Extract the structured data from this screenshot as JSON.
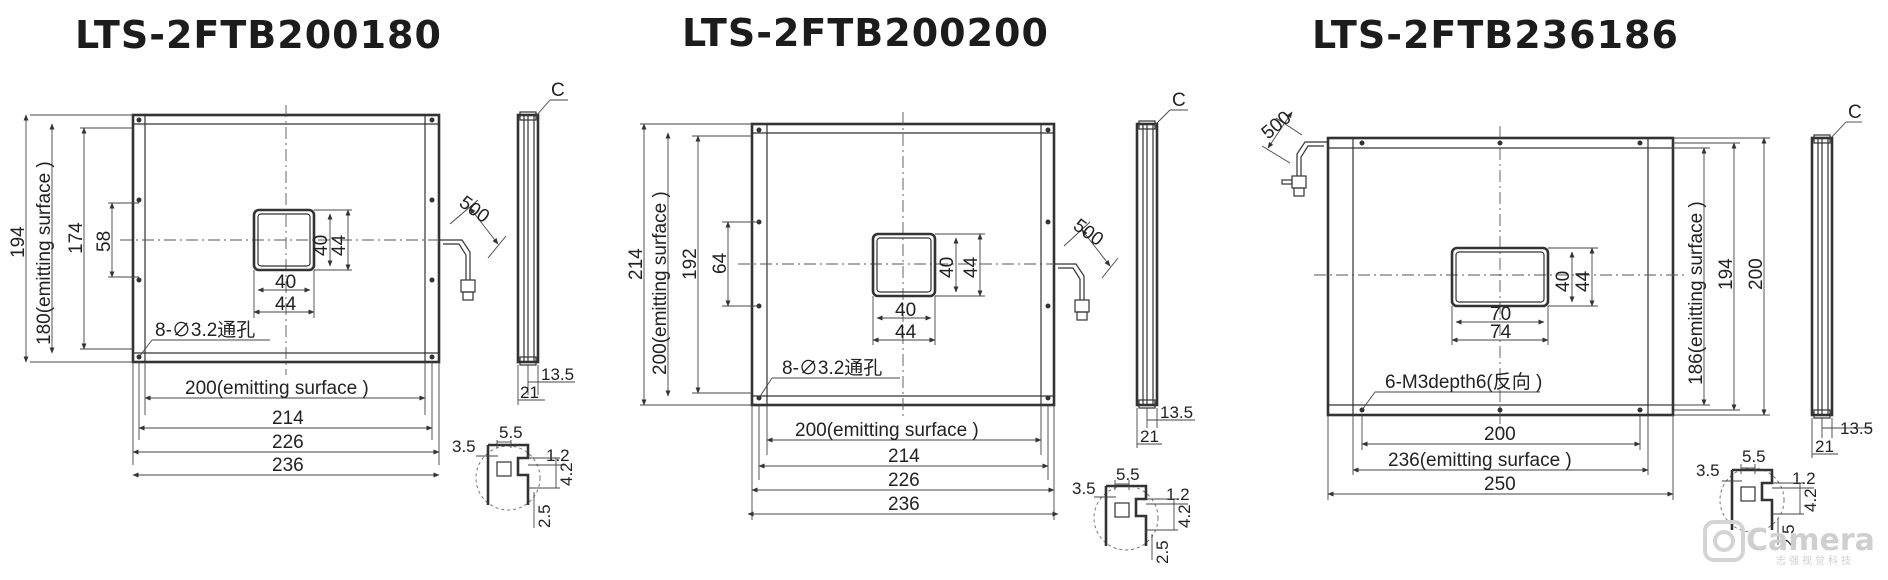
{
  "titles": [
    "LTS-2FTB200180",
    "LTS-2FTB200200",
    "LTS-2FTB236186"
  ],
  "d1": {
    "h_total": "194",
    "h_emit": "180(emitting surface )",
    "h_inner": "174",
    "h_small": "58",
    "w_emit": "200(emitting surface )",
    "w_214": "214",
    "w_226": "226",
    "w_236": "236",
    "win_w1": "40",
    "win_w2": "44",
    "win_h1": "40",
    "win_h2": "44",
    "holes": "8-∅3.2通孔",
    "cable": "500",
    "c": "C",
    "side_a": "13.5",
    "side_b": "21",
    "det_a": "3.5",
    "det_b": "5.5",
    "det_c": "1.2",
    "det_d": "4.2",
    "det_e": "2.5"
  },
  "d2": {
    "h_total": "214",
    "h_emit": "200(emitting surface )",
    "h_inner": "192",
    "h_small": "64",
    "w_emit": "200(emitting surface )",
    "w_214": "214",
    "w_226": "226",
    "w_236": "236",
    "win_w1": "40",
    "win_w2": "44",
    "win_h1": "40",
    "win_h2": "44",
    "holes": "8-∅3.2通孔",
    "cable": "500",
    "c": "C",
    "side_a": "13.5",
    "side_b": "21",
    "det_a": "3.5",
    "det_b": "5.5",
    "det_c": "1.2",
    "det_d": "4.2",
    "det_e": "2.5"
  },
  "d3": {
    "h_emit": "186(emitting surface )",
    "h_194": "194",
    "h_200": "200",
    "w_200": "200",
    "w_emit": "236(emitting surface )",
    "w_250": "250",
    "win_w1": "70",
    "win_w2": "74",
    "win_h1": "40",
    "win_h2": "44",
    "holes": "6-M3depth6(反向 )",
    "cable": "500",
    "c": "C",
    "side_a": "13.5",
    "side_b": "21",
    "det_a": "3.5",
    "det_b": "5.5",
    "det_c": "1.2",
    "det_d": "4.2",
    "det_e": "2.5"
  },
  "watermark": {
    "logo": "Camera",
    "sub": "志强视觉科技"
  }
}
